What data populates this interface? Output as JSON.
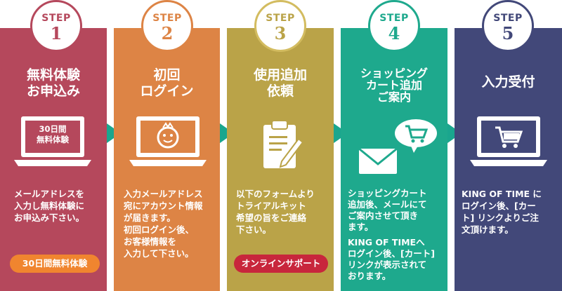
{
  "steps": [
    {
      "step_label": "STEP",
      "number": "1",
      "title": [
        "無料体験",
        "お申込み"
      ],
      "icon_text": [
        "30日間",
        "無料体験"
      ],
      "body": [
        "メールアドレスを",
        "入力し無料体験に",
        "お申込み下さい。"
      ],
      "button": "30日間無料体験"
    },
    {
      "step_label": "STEP",
      "number": "2",
      "title": [
        "初回",
        "ログイン"
      ],
      "body": [
        "入力メールアドレス",
        "宛にアカウント情報",
        "が届きます。",
        "初回ログイン後、",
        "お客様情報を",
        "入力して下さい。"
      ]
    },
    {
      "step_label": "STEP",
      "number": "3",
      "title": [
        "使用追加",
        "依頼"
      ],
      "body": [
        "以下のフォームより",
        "トライアルキット",
        "希望の旨をご連絡",
        "下さい。"
      ],
      "button": "オンラインサポート"
    },
    {
      "step_label": "STEP",
      "number": "4",
      "title": [
        "ショッピング",
        "カート追加",
        "ご案内"
      ],
      "body": [
        "ショッピングカート",
        "追加後、メールにて",
        "ご案内させて頂き",
        "ます。",
        "KING OF TIMEへ",
        "ログイン後、[カート]",
        "リンクが表示されて",
        "おります。"
      ]
    },
    {
      "step_label": "STEP",
      "number": "5",
      "title": [
        "入力受付"
      ],
      "body": [
        "KING OF TIME に",
        "ログイン後、[カー",
        "ト] リンクよりご注",
        "文頂けます。"
      ]
    }
  ],
  "colors": {
    "step1": "#b5485c",
    "step2": "#dd8445",
    "step3": "#baa348",
    "step4": "#1ea98d",
    "step5": "#424879",
    "arrow": "#1aa68e",
    "button1": "#f0852f",
    "button3": "#c8263c"
  },
  "icons": [
    "laptop-icon",
    "laptop-mascot-icon",
    "clipboard-icon",
    "mail-cart-icon",
    "laptop-cart-icon"
  ]
}
